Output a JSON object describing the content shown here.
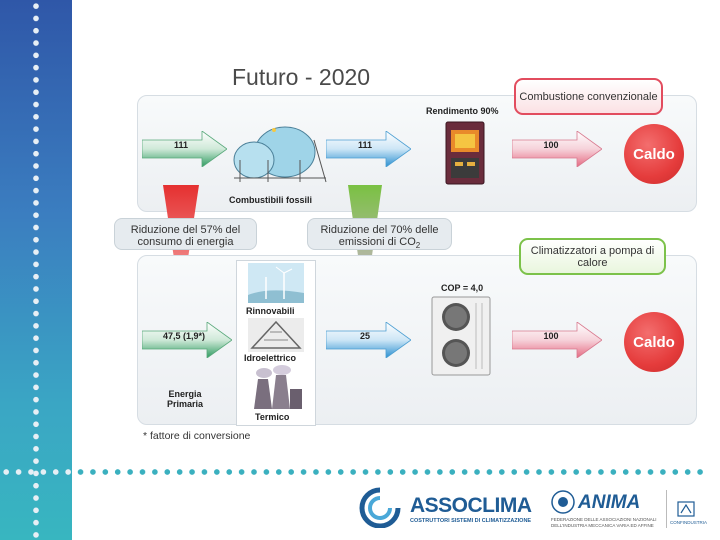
{
  "title": "Futuro - 2020",
  "top": {
    "arrow1": "111",
    "arrow2": "111",
    "arrow3": "100",
    "fossil_caption": "Combustibili fossili",
    "efficiency_caption": "Rendimento 90%",
    "box_label": "Combustione convenzionale",
    "result": "Caldo"
  },
  "middle": {
    "reduction_energy": "Riduzione del 57% del consumo di energia",
    "reduction_co2": "Riduzione del 70% delle emissioni di CO",
    "co2_sub": "2"
  },
  "bottom": {
    "box_label": "Climatizzatori a pompa di calore",
    "cop_caption": "COP = 4,0",
    "arrow1": "47,5 (1,9*)",
    "arrow2": "25",
    "arrow3": "100",
    "primary_energy": "Energia Primaria",
    "renewables": "Rinnovabili",
    "hydro": "Idroelettrico",
    "thermal": "Termico",
    "result": "Caldo"
  },
  "footnote": "* fattore di conversione",
  "footer": {
    "assoclima_name": "ASSOCLIMA",
    "assoclima_sub": "COSTRUTTORI SISTEMI DI CLIMATIZZAZIONE",
    "anima_name": "ANIMA",
    "anima_sub": "FEDERAZIONE DELLE ASSOCIAZIONI NAZIONALI DELL'INDUSTRIA MECCANICA VARIA ED AFFINE",
    "confindustria": "CONFINDUSTRIA"
  },
  "colors": {
    "green_arrow": "#3aa36a",
    "blue_arrow": "#2a8fd0",
    "pink_arrow": "#e56a82",
    "caldo_red": "#e53c3c"
  }
}
